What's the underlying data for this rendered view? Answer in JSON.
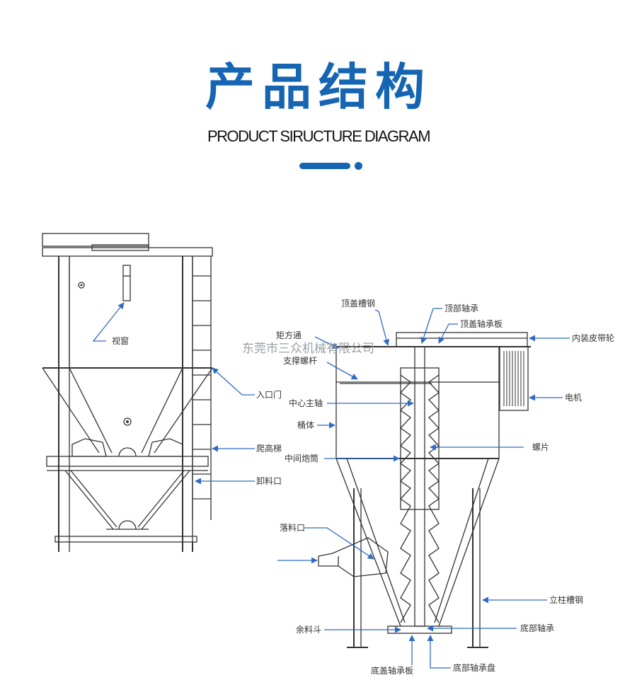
{
  "header": {
    "title": "产品结构",
    "subtitle": "PRODUCT SIRUCTURE DIAGRAM"
  },
  "watermark": "东莞市三众机械有限公司",
  "left_diagram": {
    "labels": {
      "sight_window": "视窗",
      "inlet_door": "入口门",
      "ladder": "爬高梯",
      "discharge": "卸料口"
    }
  },
  "right_diagram": {
    "labels": {
      "top_cover_channel": "顶盖槽钢",
      "square_pipe": "矩方通",
      "support_screw": "支撑螺杆",
      "top_bearing": "顶部轴承",
      "top_bearing_plate": "顶盖轴承板",
      "inner_pulley": "内装皮带轮",
      "motor": "电机",
      "center_shaft": "中心主轴",
      "barrel": "桶体",
      "blade": "螺片",
      "middle_tube": "中间炮筒",
      "drop_outlet": "落料口",
      "column_channel": "立柱槽钢",
      "residual": "余料斗",
      "bottom_bearing": "底部轴承",
      "bottom_cover_plate": "底盖轴承板",
      "bottom_bearing_disc": "底部轴承盘"
    }
  },
  "colors": {
    "accent": "#1565b3",
    "arrow": "#2f6bc4"
  }
}
